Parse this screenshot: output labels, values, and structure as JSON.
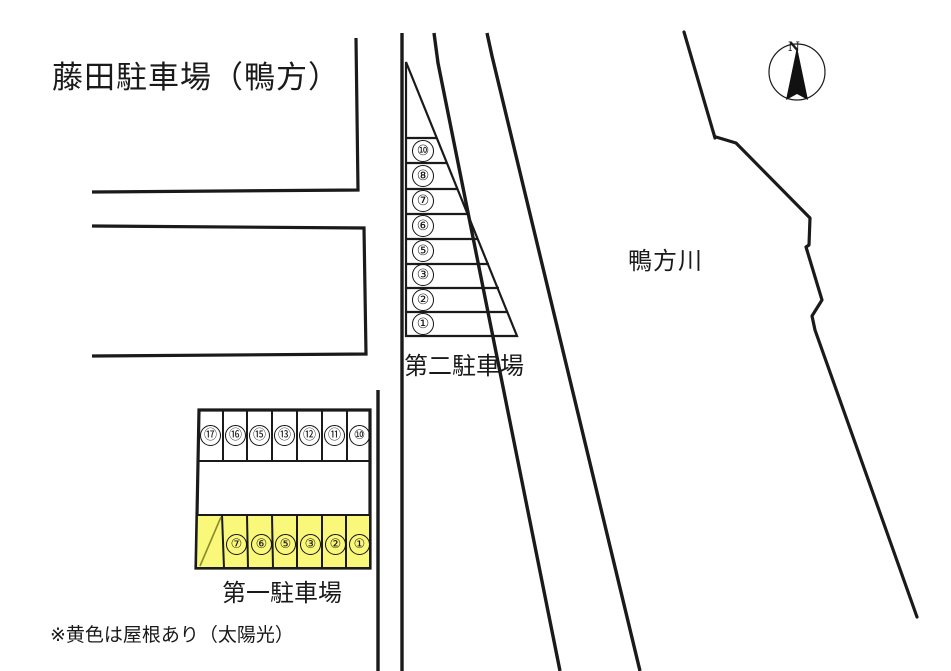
{
  "title": "藤田駐車場（鴨方）",
  "labels": {
    "river": "鴨方川",
    "lot2": "第二駐車場",
    "lot1": "第一駐車場",
    "note": "※黄色は屋根あり（太陽光）",
    "compass_north": "N"
  },
  "colors": {
    "roof_yellow": "#faf87a",
    "line": "#1a1a1a",
    "background": "#ffffff",
    "text": "#1a1a1a"
  },
  "lot2": {
    "name": "第二駐車場",
    "slot_order": "top-to-bottom",
    "slots": [
      {
        "label": "⑩",
        "number": 10
      },
      {
        "label": "⑧",
        "number": 8
      },
      {
        "label": "⑦",
        "number": 7
      },
      {
        "label": "⑥",
        "number": 6
      },
      {
        "label": "⑤",
        "number": 5
      },
      {
        "label": "③",
        "number": 3
      },
      {
        "label": "②",
        "number": 2
      },
      {
        "label": "①",
        "number": 1
      }
    ]
  },
  "lot1": {
    "name": "第一駐車場",
    "top_row": {
      "roofed": false,
      "slot_order": "left-to-right",
      "slots": [
        {
          "label": "⑰",
          "number": 17
        },
        {
          "label": "⑯",
          "number": 16
        },
        {
          "label": "⑮",
          "number": 15
        },
        {
          "label": "⑬",
          "number": 13
        },
        {
          "label": "⑫",
          "number": 12
        },
        {
          "label": "⑪",
          "number": 11
        },
        {
          "label": "⑩",
          "number": 10
        }
      ]
    },
    "bottom_row": {
      "roofed": true,
      "slot_order": "left-to-right",
      "slots": [
        {
          "label": "",
          "number": null,
          "hatched": true
        },
        {
          "label": "⑦",
          "number": 7
        },
        {
          "label": "⑥",
          "number": 6
        },
        {
          "label": "⑤",
          "number": 5
        },
        {
          "label": "③",
          "number": 3
        },
        {
          "label": "②",
          "number": 2
        },
        {
          "label": "①",
          "number": 1
        }
      ]
    }
  }
}
